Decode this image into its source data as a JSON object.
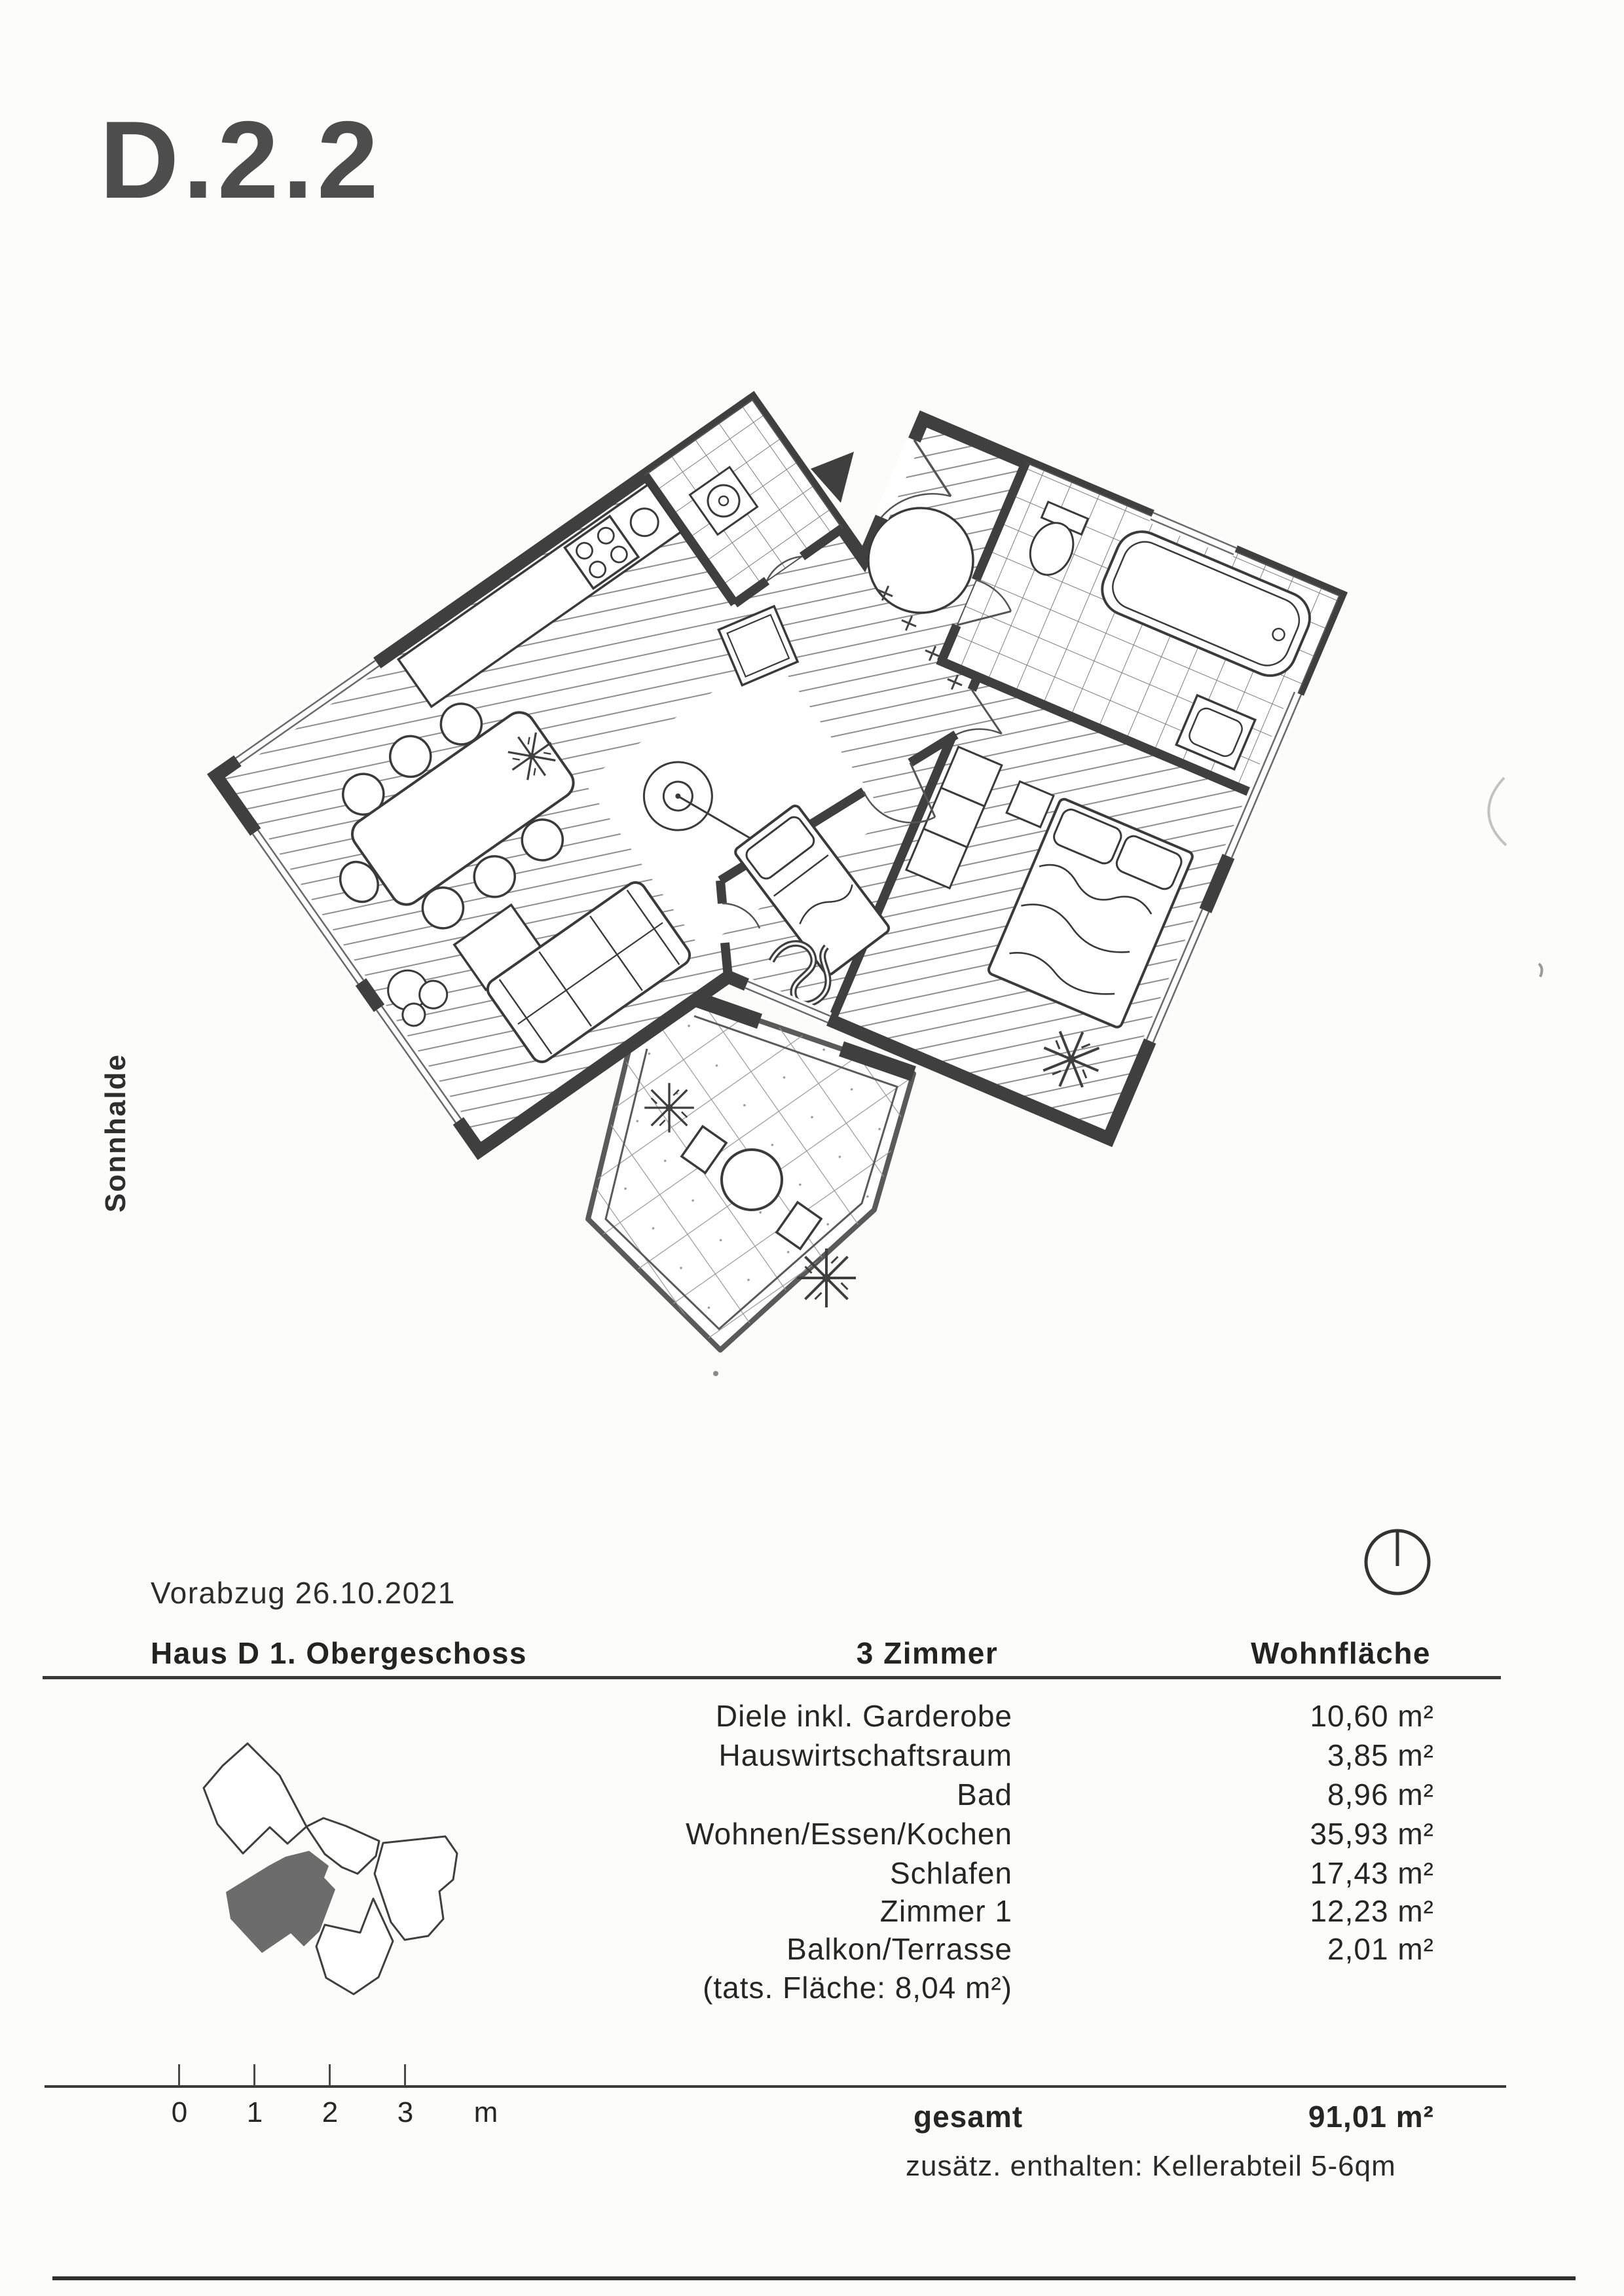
{
  "doc": {
    "title": "D.2.2",
    "side_label": "Sonnhalde",
    "meta": {
      "version": "Vorabzug 26.10.2021",
      "location": "Haus D  1. Obergeschoss"
    },
    "header": {
      "left": "Haus D  1. Obergeschoss",
      "center": "3 Zimmer",
      "right": "Wohnfläche"
    },
    "rooms": [
      {
        "label": "Diele inkl. Garderobe",
        "area": "10,60 m²"
      },
      {
        "label": "Hauswirtschaftsraum",
        "area": "3,85 m²"
      },
      {
        "label": "Bad",
        "area": "8,96 m²"
      },
      {
        "label": "Wohnen/Essen/Kochen",
        "area": "35,93 m²"
      },
      {
        "label": "Schlafen",
        "area": "17,43 m²"
      },
      {
        "label": "Zimmer 1",
        "area": "12,23 m²"
      },
      {
        "label": "Balkon/Terrasse",
        "area": "2,01 m²"
      },
      {
        "label": "(tats. Fläche: 8,04 m²)",
        "area": ""
      }
    ],
    "total": {
      "label": "gesamt",
      "area": "91,01 m²"
    },
    "footnote": "zusätz. enthalten:  Kellerabteil 5-6qm",
    "scale": {
      "ticks": [
        "0",
        "1",
        "2",
        "3"
      ],
      "unit": "m"
    },
    "colors": {
      "ink": "#2c2c2c",
      "wall": "#3f3f3f",
      "title_gray": "#4d4d4d",
      "keyplan_highlight": "#6c6c6c"
    }
  }
}
